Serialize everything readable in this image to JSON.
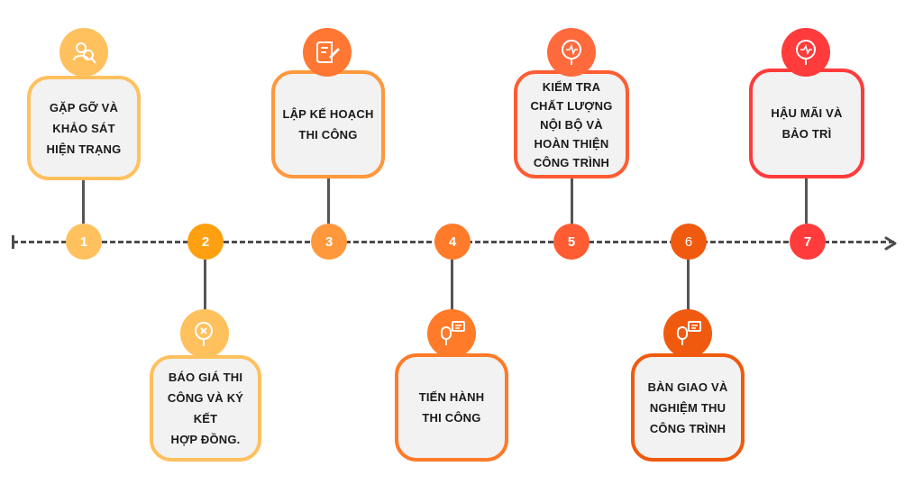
{
  "colors": {
    "line": "#4d4d4d",
    "box_fill": "#f2f2f2",
    "step1": "#ffc05e",
    "step2": "#ffa010",
    "step3": "#ff983d",
    "step4": "#ff7b29",
    "step5": "#ff5c33",
    "step6": "#f05a0f",
    "step7": "#ff3b3b"
  },
  "steps": [
    {
      "number": "1",
      "label": "GẶP GỠ VÀ\nKHẢO SÁT\nHIỆN TRẠNG",
      "icon": "user-search-icon",
      "position": "above"
    },
    {
      "number": "2",
      "label": "BÁO GIÁ THI\nCÔNG VÀ KÝ KẾT\nHỢP ĐỒNG.",
      "icon": "magnifier-icon",
      "position": "below"
    },
    {
      "number": "3",
      "label": "LẬP KẾ HOẠCH\nTHI CÔNG",
      "icon": "plan-document-icon",
      "position": "above"
    },
    {
      "number": "4",
      "label": "TIẾN HÀNH\nTHI CÔNG",
      "icon": "microphone-chat-icon",
      "position": "below"
    },
    {
      "number": "5",
      "label": "KIỂM TRA\nCHẤT LƯỢNG\nNỘI BỘ VÀ\nHOÀN THIỆN\nCÔNG TRÌNH",
      "icon": "inspection-icon",
      "position": "above"
    },
    {
      "number": "6",
      "label": "BÀN GIAO VÀ\nNGHIỆM THU\nCÔNG TRÌNH",
      "icon": "microphone-chat-icon",
      "position": "below"
    },
    {
      "number": "7",
      "label": "HẬU MÃI VÀ\nBẢO TRÌ",
      "icon": "inspection-icon",
      "position": "above"
    }
  ]
}
